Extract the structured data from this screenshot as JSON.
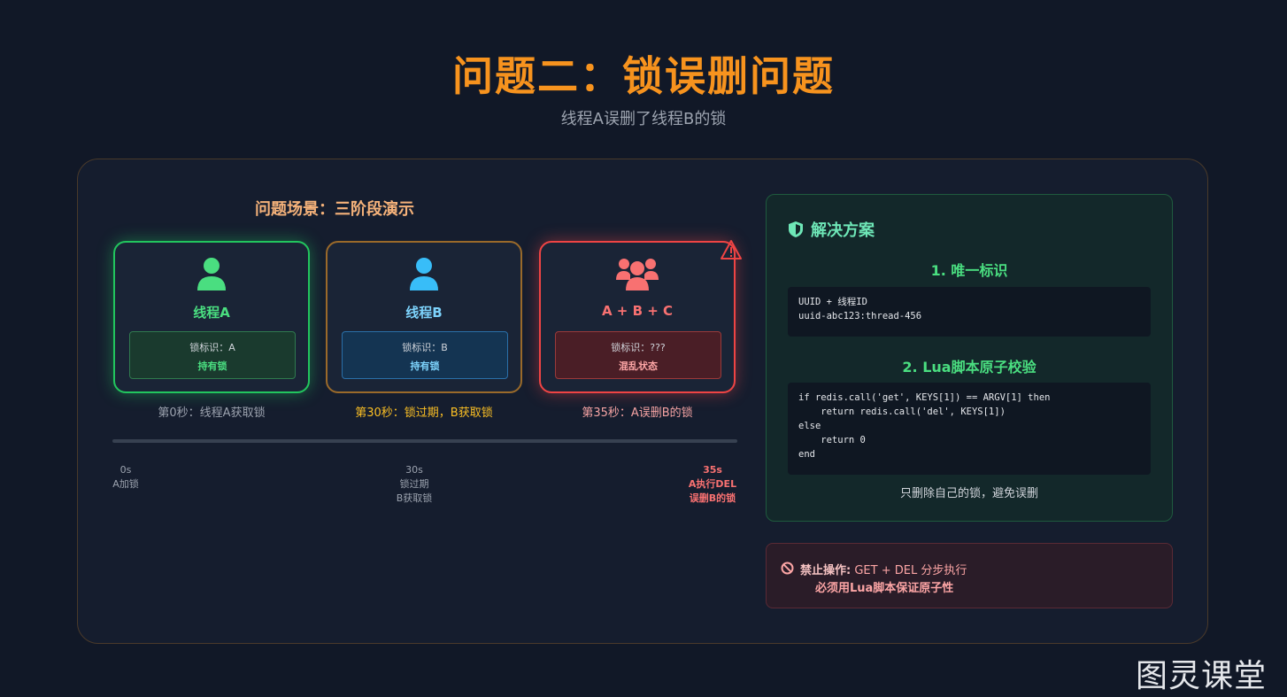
{
  "header": {
    "title": "问题二：锁误删问题",
    "subtitle": "线程A误删了线程B的锁"
  },
  "scenario": {
    "title": "问题场景：三阶段演示",
    "cards": [
      {
        "name": "线程A",
        "lock_id": "锁标识：A",
        "state": "持有锁",
        "icon": "user-icon",
        "color": "#4ade80"
      },
      {
        "name": "线程B",
        "lock_id": "锁标识：B",
        "state": "持有锁",
        "icon": "user-icon",
        "color": "#38bdf8"
      },
      {
        "name": "A + B + C",
        "lock_id": "锁标识：???",
        "state": "混乱状态",
        "icon": "users-icon",
        "color": "#f87171"
      }
    ],
    "captions": [
      "第0秒：线程A获取锁",
      "第30秒：锁过期，B获取锁",
      "第35秒：A误删B的锁"
    ],
    "timeline": [
      {
        "time": "0s",
        "line1": "A加锁",
        "line2": ""
      },
      {
        "time": "30s",
        "line1": "锁过期",
        "line2": "B获取锁"
      },
      {
        "time": "35s",
        "line1": "A执行DEL",
        "line2": "误删B的锁"
      }
    ]
  },
  "solution": {
    "title": "解决方案",
    "step1_title": "1. 唯一标识",
    "step1_code": "UUID + 线程ID\nuuid-abc123:thread-456",
    "step2_title": "2. Lua脚本原子校验",
    "step2_code": "if redis.call('get', KEYS[1]) == ARGV[1] then\n    return redis.call('del', KEYS[1])\nelse\n    return 0\nend",
    "note": "只删除自己的锁，避免误删"
  },
  "forbid": {
    "label": "禁止操作:",
    "text": " GET + DEL 分步执行",
    "line2": "必须用Lua脚本保证原子性"
  },
  "watermark": "图灵课堂",
  "colors": {
    "accent": "#f7931e",
    "success": "#22c55e",
    "info": "#38bdf8",
    "danger": "#ef4444"
  }
}
